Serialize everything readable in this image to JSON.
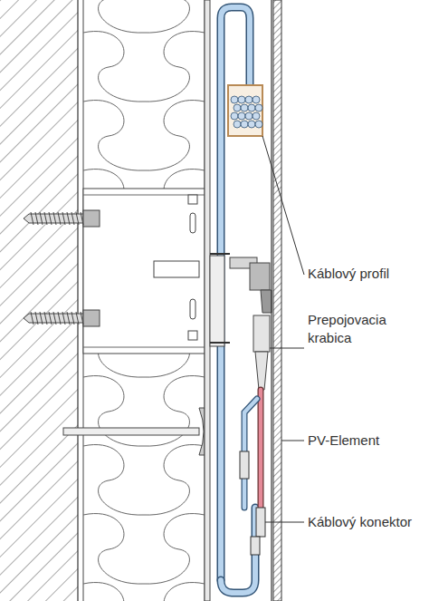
{
  "diagram": {
    "labels": [
      "Káblový profil",
      "Prepojovacia krabica",
      "PV-Element",
      "Káblový konektor"
    ]
  }
}
